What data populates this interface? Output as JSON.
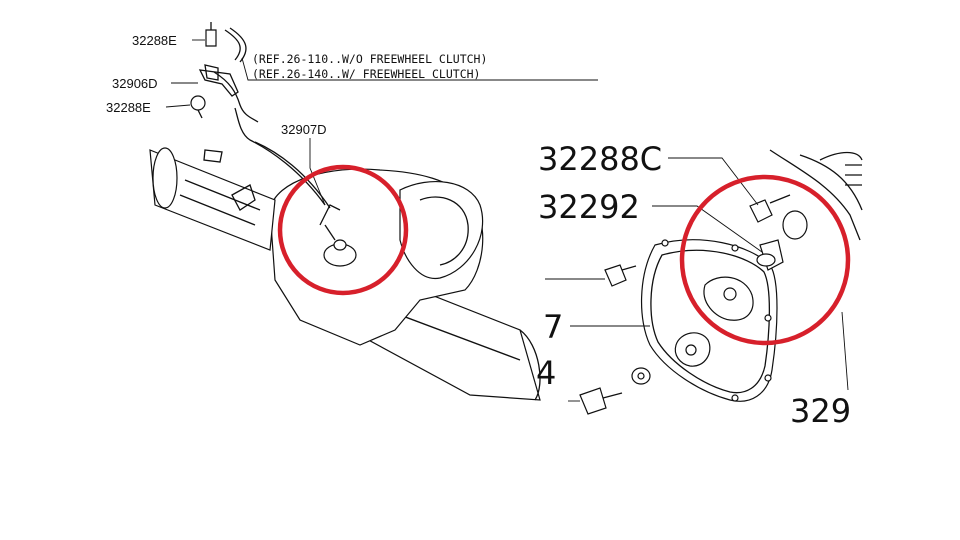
{
  "left_panel": {
    "labels": {
      "bolt_top": "32288E",
      "bracket": "32906D",
      "bolt_mid": "32288E",
      "sensor_harness": "32907D"
    },
    "references": {
      "ref_without": "(REF.26-110..W/O FREEWHEEL CLUTCH)",
      "ref_with": "(REF.26-140..W/ FREEWHEEL CLUTCH)"
    }
  },
  "right_panel": {
    "labels": {
      "bolt": "32288C",
      "switch": "32292",
      "cover": "7",
      "washer": "4",
      "part_cut": "329"
    }
  },
  "highlight_color": "#d7202b",
  "line_color": "#111111"
}
